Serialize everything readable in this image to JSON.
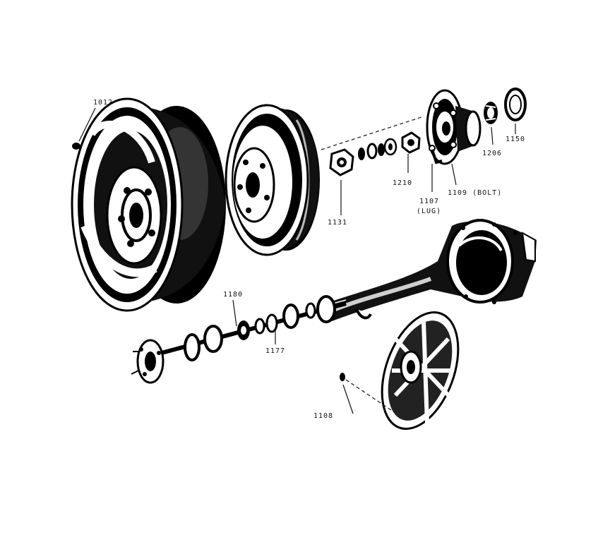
{
  "diagram": {
    "labels": {
      "rim": "1012",
      "hub_cap": "1108",
      "axle_bearing": "1177",
      "axle_shaft": "1180",
      "seal": "1150",
      "bearing": "1206",
      "nut": "1210",
      "lug": "1107",
      "lug_note": "(LUG)",
      "hub_bolt": "1109 (BOLT)",
      "drum": "1131"
    }
  }
}
